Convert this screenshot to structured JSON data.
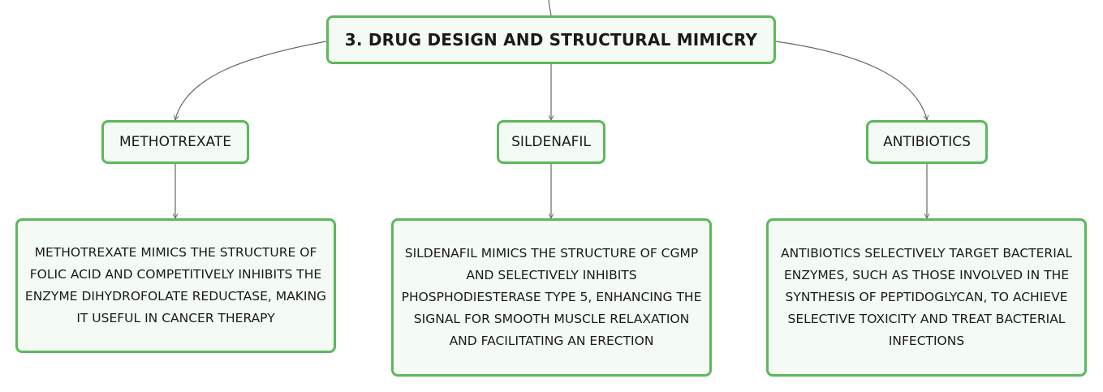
{
  "colors": {
    "node_border": "#5cb85c",
    "node_fill": "#f4faf4",
    "connector": "#666666",
    "text": "#1a1a1a"
  },
  "root": {
    "label": "3. DRUG DESIGN AND STRUCTURAL MIMICRY"
  },
  "topics": [
    {
      "label": "METHOTREXATE",
      "detail": "METHOTREXATE MIMICS THE STRUCTURE OF FOLIC ACID AND COMPETITIVELY INHIBITS THE ENZYME DIHYDROFOLATE REDUCTASE, MAKING IT USEFUL IN CANCER THERAPY"
    },
    {
      "label": "SILDENAFIL",
      "detail": "SILDENAFIL MIMICS THE STRUCTURE OF CGMP AND SELECTIVELY INHIBITS PHOSPHODIESTERASE TYPE 5, ENHANCING THE SIGNAL FOR SMOOTH MUSCLE RELAXATION AND FACILITATING AN ERECTION"
    },
    {
      "label": "ANTIBIOTICS",
      "detail": "ANTIBIOTICS SELECTIVELY TARGET BACTERIAL ENZYMES, SUCH AS THOSE INVOLVED IN THE SYNTHESIS OF PEPTIDOGLYCAN, TO ACHIEVE SELECTIVE TOXICITY AND TREAT BACTERIAL INFECTIONS"
    }
  ]
}
